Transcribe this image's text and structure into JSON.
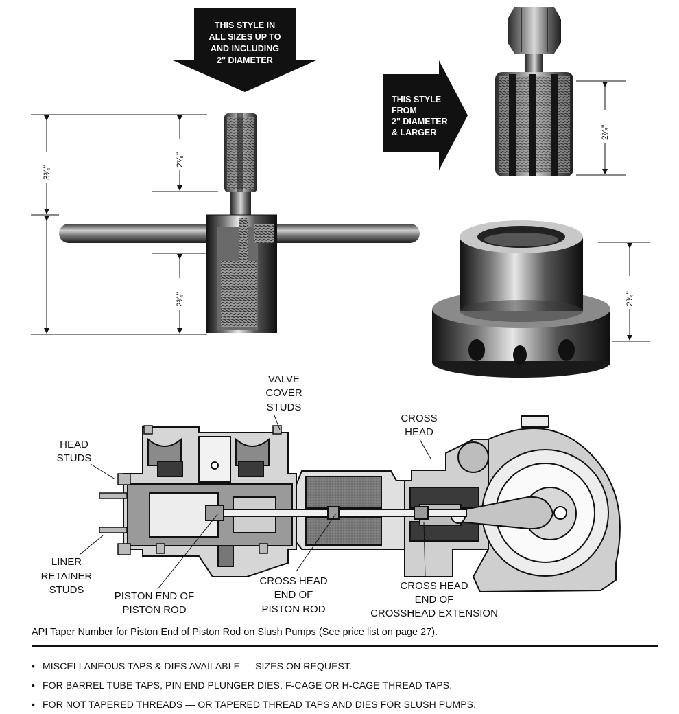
{
  "arrows": {
    "small_style": [
      "THIS STYLE IN",
      "ALL SIZES UP TO",
      "AND INCLUDING",
      "2\" DIAMETER"
    ],
    "large_style": [
      "THIS STYLE",
      "FROM",
      "2\" DIAMETER",
      "& LARGER"
    ]
  },
  "dimensions": {
    "overall": "3³⁄₄\"",
    "tap_upper": "2⁷⁄₈\"",
    "tap_lower": "2³⁄₄\"",
    "large_tap": "2⁷⁄₈\"",
    "large_die": "2³⁄₄\""
  },
  "pump_labels": {
    "valve_cover_studs": [
      "VALVE",
      "COVER",
      "STUDS"
    ],
    "cross_head": [
      "CROSS",
      "HEAD"
    ],
    "head_studs": [
      "HEAD",
      "STUDS"
    ],
    "liner_retainer_studs": [
      "LINER",
      "RETAINER",
      "STUDS"
    ],
    "piston_end": [
      "PISTON END OF",
      "PISTON ROD"
    ],
    "cross_head_end_piston": [
      "CROSS HEAD",
      "END OF",
      "PISTON ROD"
    ],
    "cross_head_end_extension": [
      "CROSS HEAD",
      "END OF",
      "CROSSHEAD EXTENSION"
    ]
  },
  "caption": "API Taper Number for Piston End of Piston Rod on Slush Pumps (See price list on page 27).",
  "notes": [
    "MISCELLANEOUS TAPS & DIES AVAILABLE — SIZES ON REQUEST.",
    "FOR BARREL TUBE TAPS, PIN END PLUNGER DIES, F-CAGE OR H-CAGE THREAD TAPS.",
    "FOR NOT TAPERED THREADS — OR TAPERED THREAD TAPS AND DIES FOR SLUSH PUMPS."
  ]
}
